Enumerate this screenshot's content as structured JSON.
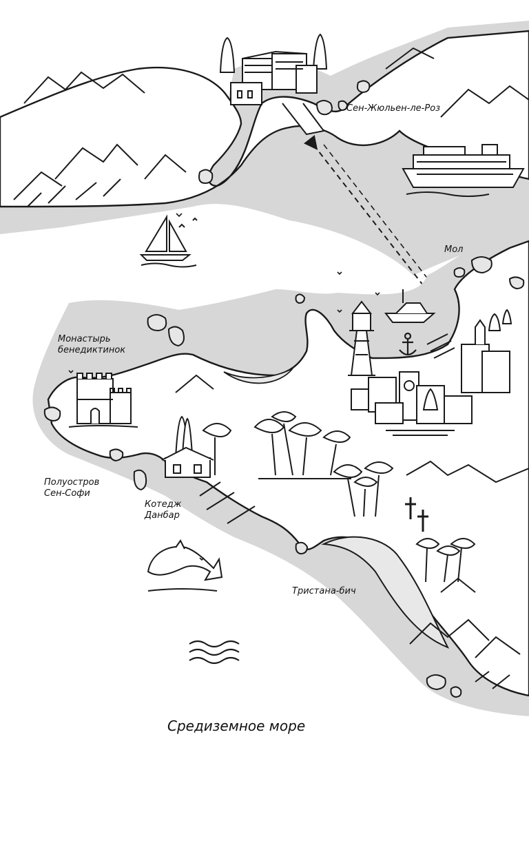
{
  "map": {
    "labels": {
      "saint_julien": "Сен-Жюльен-ле-Роз",
      "mol": "Мол",
      "monastery_line1": "Монастырь",
      "monastery_line2": "бенедиктинок",
      "peninsula_line1": "Полуостров",
      "peninsula_line2": "Сен-Софи",
      "cottage_line1": "Котедж",
      "cottage_line2": "Данбар",
      "tristana_beach": "Тристана-бич",
      "sea": "Средиземное море"
    },
    "colors": {
      "land": "#ffffff",
      "coast_shadow": "#d7d7d7",
      "ink": "#1a1a1a"
    },
    "icons": [
      "castle-icon",
      "cruise-ship-icon",
      "sailboat-icon",
      "yacht-icon",
      "lighthouse-icon",
      "anchor-icon",
      "old-town-icon",
      "monastery-icon",
      "cottage-icon",
      "trees-icon",
      "crosses-icon",
      "dolphin-icon",
      "waves-icon",
      "mountains-icon",
      "ferry-route-arrow"
    ]
  }
}
